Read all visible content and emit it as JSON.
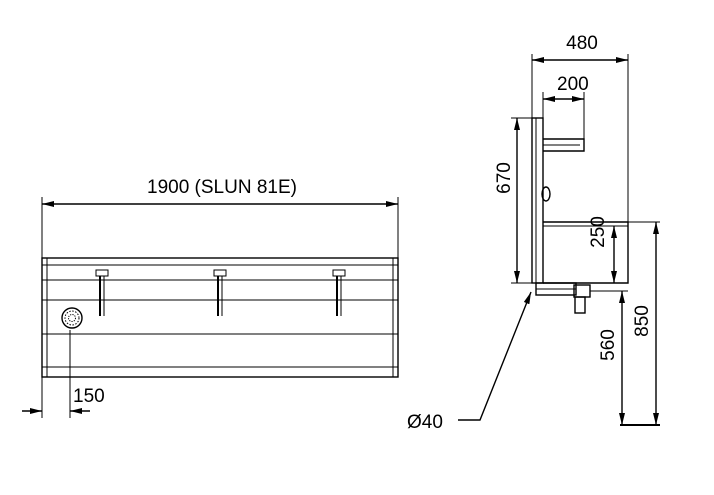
{
  "front_view": {
    "width_label": "1900 (SLUN 81E)",
    "drain_offset_label": "150"
  },
  "side_view": {
    "depth_label": "480",
    "tap_reach_label": "200",
    "panel_height_label": "670",
    "basin_height_label": "250",
    "rim_height_label": "850",
    "waste_height_label": "560",
    "pipe_diameter_label": "Ø40"
  }
}
